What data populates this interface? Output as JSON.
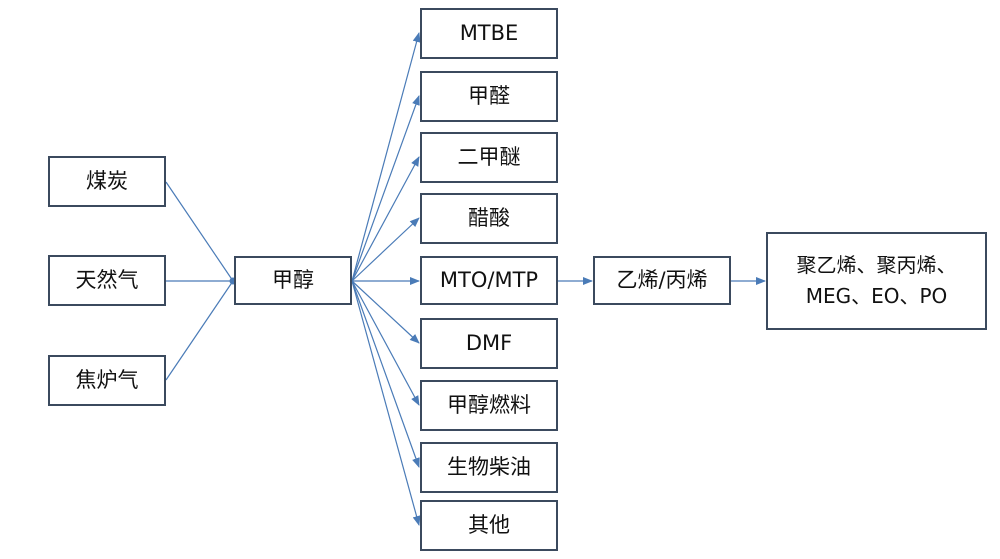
{
  "colors": {
    "line": "#4a7bb7",
    "border": "#3b4a5e",
    "text": "#111111"
  },
  "feedstocks": [
    "煤炭",
    "天然气",
    "焦炉气"
  ],
  "hub": "甲醇",
  "products": [
    "MTBE",
    "甲醛",
    "二甲醚",
    "醋酸",
    "MTO/MTP",
    "DMF",
    "甲醇燃料",
    "生物柴油",
    "其他"
  ],
  "olefins": "乙烯/丙烯",
  "downstream": [
    "聚乙烯、聚丙烯、",
    "MEG、EO、PO"
  ]
}
